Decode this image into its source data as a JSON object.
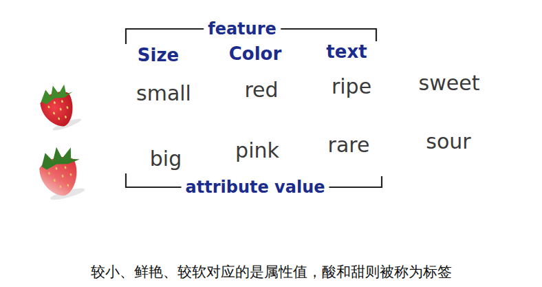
{
  "diagram": {
    "caption": "较小、鲜艳、较软对应的是属性值，酸和甜则被称为标签",
    "labels": [
      "feature",
      "Size",
      "Color",
      "text",
      "small",
      "red",
      "ripe",
      "sweet",
      "big",
      "pink",
      "rare",
      "sour",
      "attribute value"
    ]
  }
}
